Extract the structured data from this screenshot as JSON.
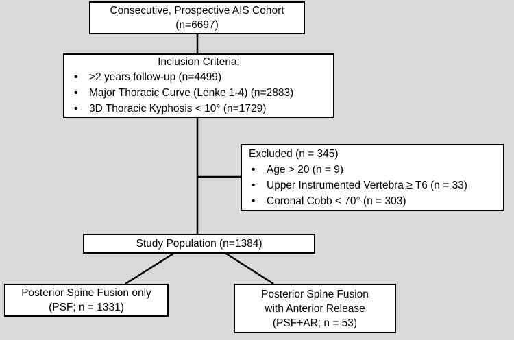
{
  "figure": {
    "type": "flowchart",
    "background_color": "#d9d9d9",
    "box_fill": "#ffffff",
    "line_color": "#000000"
  },
  "nodes": {
    "cohort": {
      "line1": "Consecutive, Prospective AIS Cohort",
      "line2": "(n=6697)"
    },
    "inclusion": {
      "title": "Inclusion Criteria:",
      "bullet_glyph": "•",
      "items": [
        ">2 years follow-up (n=4499)",
        "Major Thoracic Curve (Lenke 1-4) (n=2883)",
        "3D Thoracic Kyphosis < 10° (n=1729)"
      ]
    },
    "excluded": {
      "title": "Excluded (n = 345)",
      "bullet_glyph": "•",
      "items": [
        "Age > 20 (n = 9)",
        "Upper Instrumented Vertebra ≥ T6 (n = 33)",
        "Coronal Cobb < 70° (n = 303)"
      ]
    },
    "study_population": {
      "line1": "Study Population (n=1384)"
    },
    "psf_only": {
      "line1": "Posterior Spine Fusion only",
      "line2": "(PSF; n = 1331)"
    },
    "psf_ar": {
      "line1": "Posterior Spine Fusion",
      "line2": "with Anterior Release",
      "line3": "(PSF+AR; n = 53)"
    }
  }
}
